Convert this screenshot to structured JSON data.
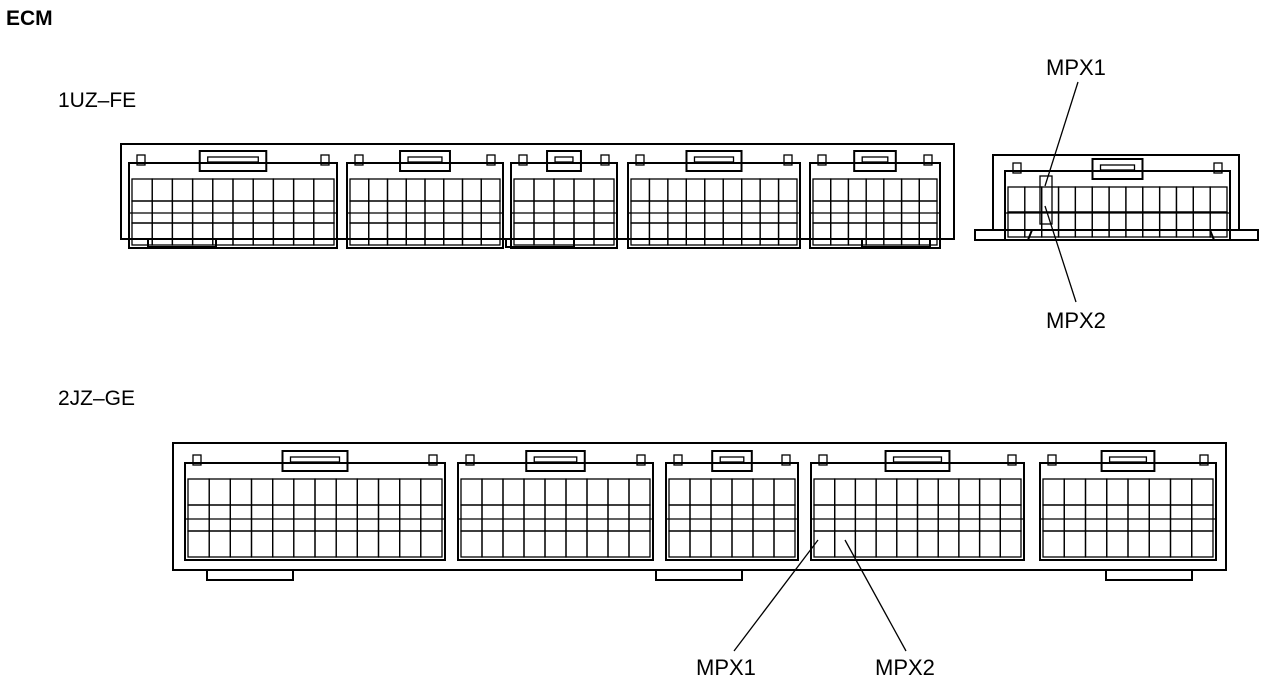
{
  "title": "ECM",
  "engines": [
    {
      "label": "1UZ–FE"
    },
    {
      "label": "2JZ–GE"
    }
  ],
  "callouts": {
    "top_mpx1": "MPX1",
    "top_mpx2": "MPX2",
    "bottom_mpx1": "MPX1",
    "bottom_mpx2": "MPX2"
  }
}
